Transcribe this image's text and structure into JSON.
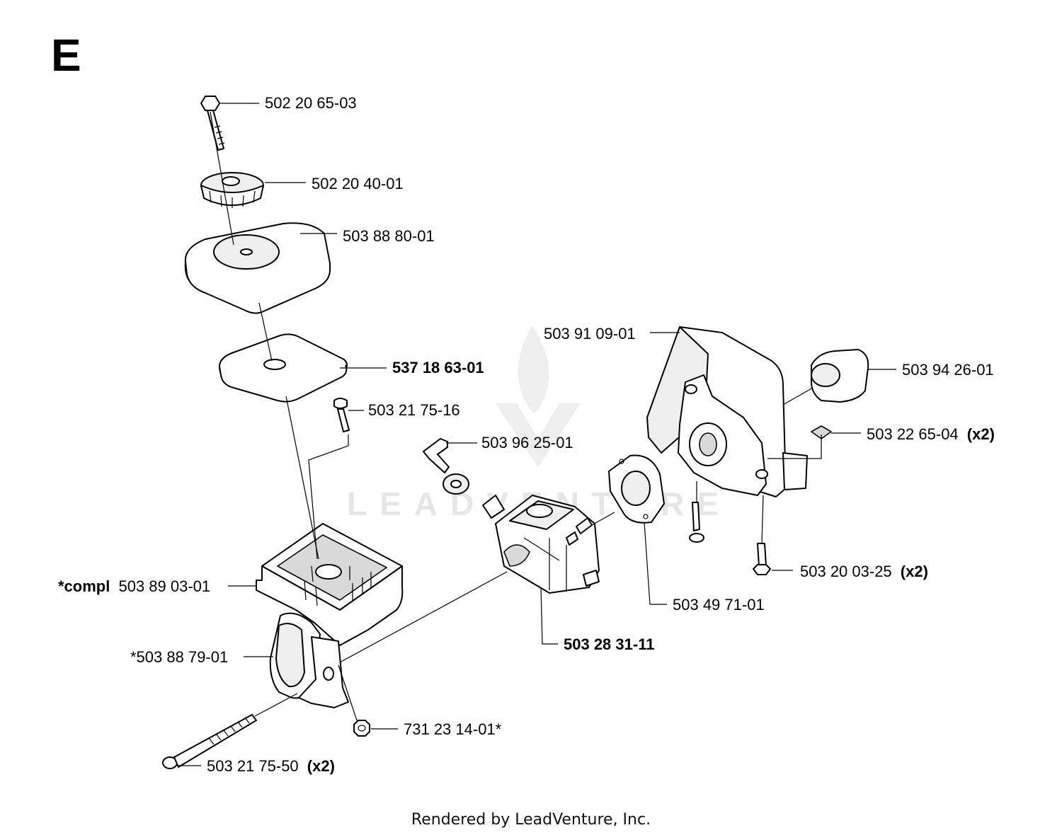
{
  "section_letter": "E",
  "watermark": "LEADVENTURE",
  "footer": "Rendered by LeadVenture, Inc.",
  "parts": [
    {
      "id": "bolt-top",
      "number": "502 20 65-03",
      "suffix": ""
    },
    {
      "id": "knob",
      "number": "502 20 40-01",
      "suffix": ""
    },
    {
      "id": "air-filter-cover",
      "number": "503 88 80-01",
      "suffix": ""
    },
    {
      "id": "air-filter",
      "number": "537 18 63-01",
      "suffix": "",
      "bold": true
    },
    {
      "id": "screw-small",
      "number": "503 21 75-16",
      "suffix": ""
    },
    {
      "id": "choke-lever",
      "number": "503 96 25-01",
      "suffix": ""
    },
    {
      "id": "intake-cover",
      "number": "503 91 09-01",
      "suffix": ""
    },
    {
      "id": "sleeve",
      "number": "503 94 26-01",
      "suffix": ""
    },
    {
      "id": "square-nut",
      "number": "503 22 65-04",
      "suffix": "(x2)"
    },
    {
      "id": "screw-right",
      "number": "503 20 03-25",
      "suffix": "(x2)"
    },
    {
      "id": "gasket",
      "number": "503 49 71-01",
      "suffix": ""
    },
    {
      "id": "carburetor",
      "number": "503 28 31-11",
      "suffix": "",
      "bold": true
    },
    {
      "id": "filter-housing",
      "prefix": "*compl",
      "number": "503 89 03-01",
      "suffix": ""
    },
    {
      "id": "trigger",
      "number": "*503 88 79-01",
      "suffix": ""
    },
    {
      "id": "nut",
      "number": "731 23 14-01*",
      "suffix": ""
    },
    {
      "id": "long-bolt",
      "number": "503 21 75-50",
      "suffix": "(x2)"
    }
  ]
}
